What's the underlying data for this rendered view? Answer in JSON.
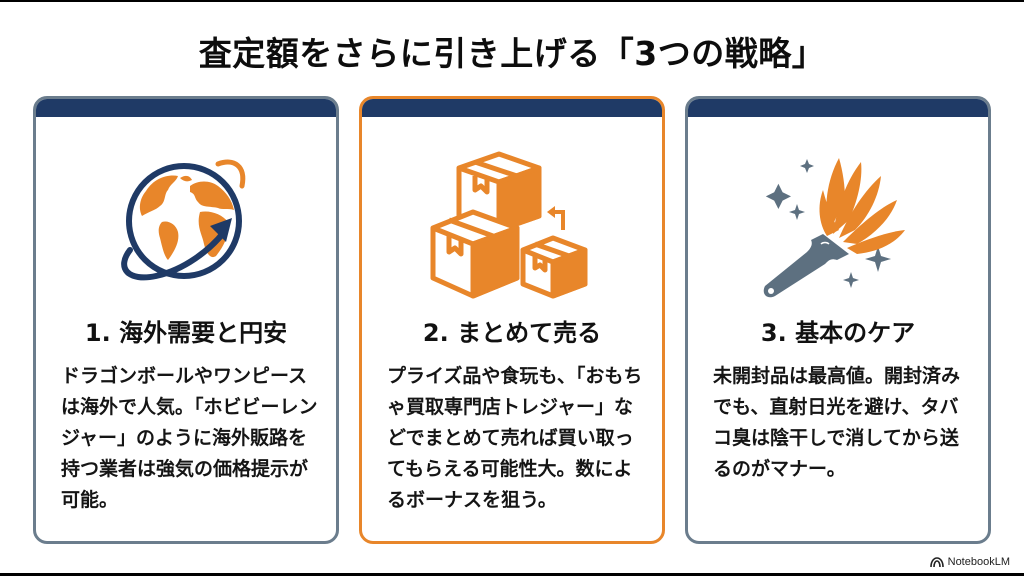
{
  "title": "査定額をさらに引き上げる「3つの戦略」",
  "colors": {
    "navy": "#1f3a66",
    "orange": "#e8862a",
    "slate": "#6b7d8d",
    "text": "#111111"
  },
  "cards": [
    {
      "icon": "globe-arrow-icon",
      "heading": "1. 海外需要と円安",
      "body": "ドラゴンボールやワンピースは海外で人気。「ホビビーレンジャー」のように海外販路を持つ業者は強気の価格提示が可能。",
      "highlighted": false
    },
    {
      "icon": "stacked-boxes-icon",
      "heading": "2. まとめて売る",
      "body": "プライズ品や食玩も、「おもちゃ買取専門店トレジャー」などでまとめて売れば買い取ってもらえる可能性大。数によるボーナスを狙う。",
      "highlighted": true
    },
    {
      "icon": "feather-duster-icon",
      "heading": "3. 基本のケア",
      "body": "未開封品は最高値。開封済みでも、直射日光を避け、タバコ臭は陰干しで消してから送るのがマナー。",
      "highlighted": false
    }
  ],
  "footer": {
    "brand": "NotebookLM"
  }
}
